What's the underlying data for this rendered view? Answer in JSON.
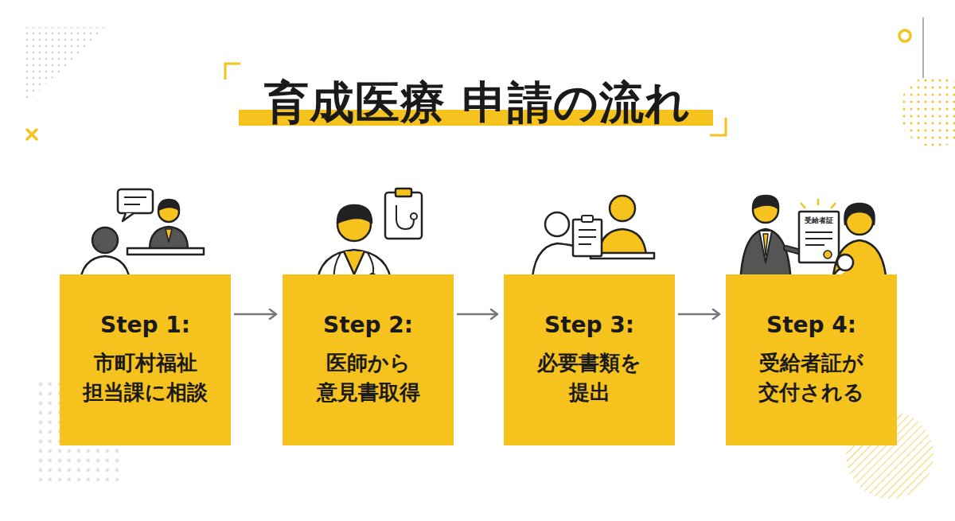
{
  "diagram": {
    "title": "育成医療 申請の流れ",
    "nodes": [
      {
        "text": [
          "Step 1:",
          "市町村福祉 担当課に相談"
        ]
      },
      {
        "text": [
          "Step 2:",
          "医師から 意見書取得"
        ]
      },
      {
        "text": [
          "Step 3:",
          "必要書類を 提出"
        ]
      },
      {
        "text": [
          "Step 4:",
          "受給者証が 交付される"
        ]
      }
    ],
    "edges": [
      {
        "from": 0,
        "to": 1,
        "arrow": "to"
      },
      {
        "from": 1,
        "to": 2,
        "arrow": "to"
      },
      {
        "from": 2,
        "to": 3,
        "arrow": "to"
      }
    ],
    "labels": [
      "受給者証"
    ]
  }
}
